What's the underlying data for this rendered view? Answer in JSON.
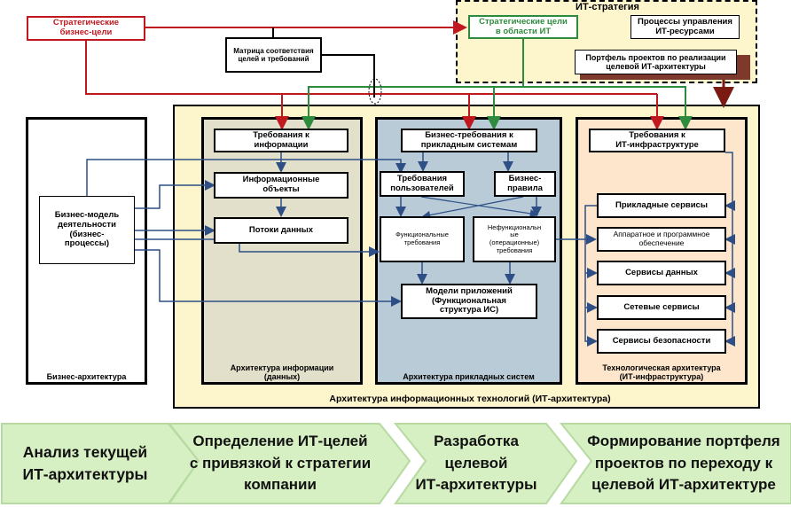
{
  "top": {
    "strategic_business_goals": "Стратегические\nбизнес-цели",
    "it_strategy_title": "ИТ-стратегия",
    "strategic_it_goals": "Стратегические цели\nв области ИТ",
    "it_resource_processes": "Процессы управления\nИТ-ресурсами",
    "project_portfolio": "Портфель проектов по реализации\nцелевой ИТ-архитектуры",
    "requirements_matrix": "Матрица соответствия\nцелей и требований"
  },
  "business": {
    "model": "Бизнес-модель\nдеятельности\n(бизнес-\nпроцессы)",
    "title": "Бизнес-архитектура"
  },
  "it_arch_title": "Архитектура информационных технологий (ИТ-архитектура)",
  "info": {
    "req": "Требования к\nинформации",
    "objects": "Информационные\nобъекты",
    "flows": "Потоки данных",
    "title": "Архитектура информации\n(данных)"
  },
  "app": {
    "biz_req": "Бизнес-требования к\nприкладным системам",
    "user_req": "Требования\nпользователей",
    "rules": "Бизнес-\nправила",
    "functional": "Функциональные\nтребования",
    "nonfunctional": "Нефункциональн\nые\n(операционные)\nтребования",
    "models": "Модели приложений\n(Функциональная\nструктура ИС)",
    "title": "Архитектура прикладных систем"
  },
  "tech": {
    "req": "Требования к\nИТ-инфраструктуре",
    "services": [
      "Прикладные сервисы",
      "Аппаратное и программное\nобеспечение",
      "Сервисы данных",
      "Сетевые сервисы",
      "Сервисы безопасности"
    ],
    "title": "Технологическая архитектура\n(ИТ-инфраструктура)"
  },
  "process_steps": [
    "Анализ текущей\nИТ-архитектуры",
    "Определение ИТ-целей\nс привязкой к стратегии\nкомпании",
    "Разработка\nцелевой\nИТ-архитектуры",
    "Формирование портфеля\nпроектов по переходу к\nцелевой ИТ-архитектуре"
  ],
  "colors": {
    "red": "#c0181e",
    "green": "#2e8b3e",
    "blue": "#2d4f86",
    "dark_red": "#7a1a12",
    "info_bg": "#e2dfcb",
    "app_bg": "#b8cbd7",
    "tech_bg": "#fde6cc",
    "it_bg": "#fdf5cc",
    "chevron_fill": "#d6f0c3",
    "chevron_stroke": "#b7d9a2"
  }
}
